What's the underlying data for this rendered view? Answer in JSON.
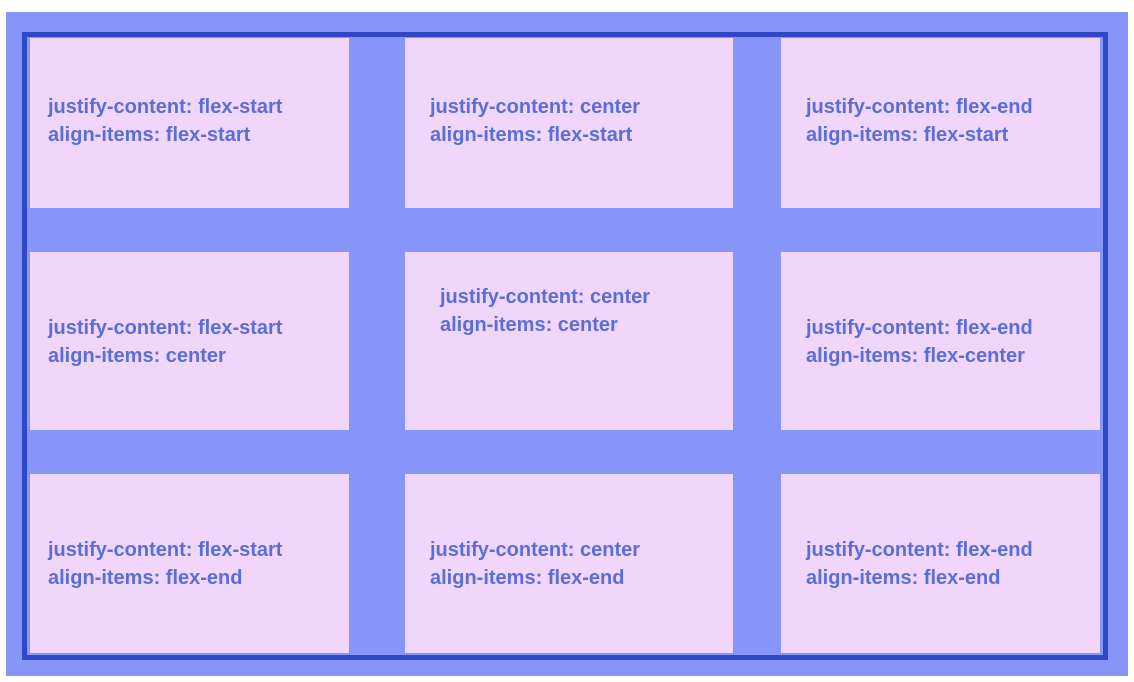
{
  "colors": {
    "background": "#8794f8",
    "frame_border": "#3048c8",
    "cell_fill": "#f0d6fa",
    "text": "#5b6ed6"
  },
  "cells": [
    {
      "line1": "justify-content: flex-start",
      "line2": "align-items: flex-start"
    },
    {
      "line1": "justify-content: center",
      "line2": "align-items: flex-start"
    },
    {
      "line1": "justify-content: flex-end",
      "line2": "align-items: flex-start"
    },
    {
      "line1": "justify-content: flex-start",
      "line2": "align-items: center"
    },
    {
      "line1": "justify-content: center",
      "line2": "align-items: center"
    },
    {
      "line1": "justify-content: flex-end",
      "line2": "align-items: flex-center"
    },
    {
      "line1": "justify-content: flex-start",
      "line2": "align-items: flex-end"
    },
    {
      "line1": "justify-content: center",
      "line2": "align-items: flex-end"
    },
    {
      "line1": "justify-content: flex-end",
      "line2": "align-items: flex-end"
    }
  ]
}
